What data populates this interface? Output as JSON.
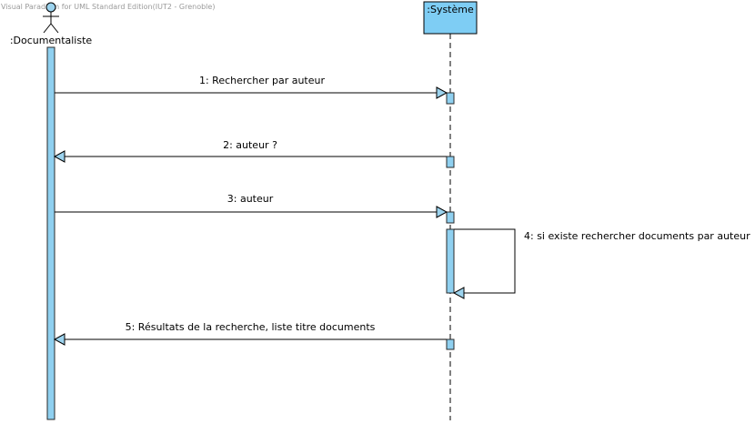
{
  "watermark": "Visual Paradigm for UML Standard Edition(IUT2 - Grenoble)",
  "actor": {
    "label": ":Documentaliste"
  },
  "system": {
    "label": ":Système"
  },
  "messages": [
    {
      "label": "1: Rechercher par auteur"
    },
    {
      "label": "2: auteur ?"
    },
    {
      "label": "3: auteur"
    },
    {
      "label": "4: si existe rechercher documents par auteur"
    },
    {
      "label": "5: Résultats de la recherche, liste titre documents"
    }
  ],
  "colors": {
    "activation_fill": "#8fd0f0",
    "object_box_fill": "#7ecdf4",
    "arrowhead_fill": "#9cd3ee"
  }
}
